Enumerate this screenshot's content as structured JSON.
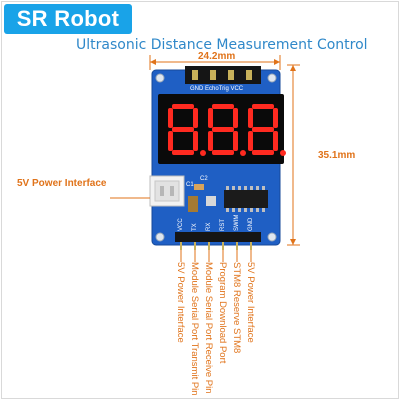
{
  "brand": {
    "name": "SR Robot"
  },
  "title": "Ultrasonic Distance Measurement Control",
  "dimensions": {
    "width": "24.2mm",
    "height": "35.1mm"
  },
  "top_header_label": "GND EchoTrig VCC",
  "callouts": {
    "power_interface": "5V Power Interface"
  },
  "pin_labels": [
    "VCC",
    "TX",
    "RX",
    "RST",
    "SWIM",
    "GND"
  ],
  "pin_descriptions": {
    "vcc": "5V Power Interface",
    "tx": "Module Serial Port Transmit Pin",
    "rx": "Module Serial Port Receive Pin",
    "rst": "Program Download Port",
    "swim": "STM8 Reserve STM8",
    "gnd": "5V Power Interface"
  },
  "component_labels": {
    "c1": "C1",
    "c2": "C2"
  },
  "display": {
    "digits": "8.8.8"
  },
  "colors": {
    "brand_bg": "#19a3e8",
    "subtitle": "#2f88c9",
    "annotation": "#e0731a",
    "board": "#1f5fc4",
    "segment_on": "#ff2a20"
  }
}
